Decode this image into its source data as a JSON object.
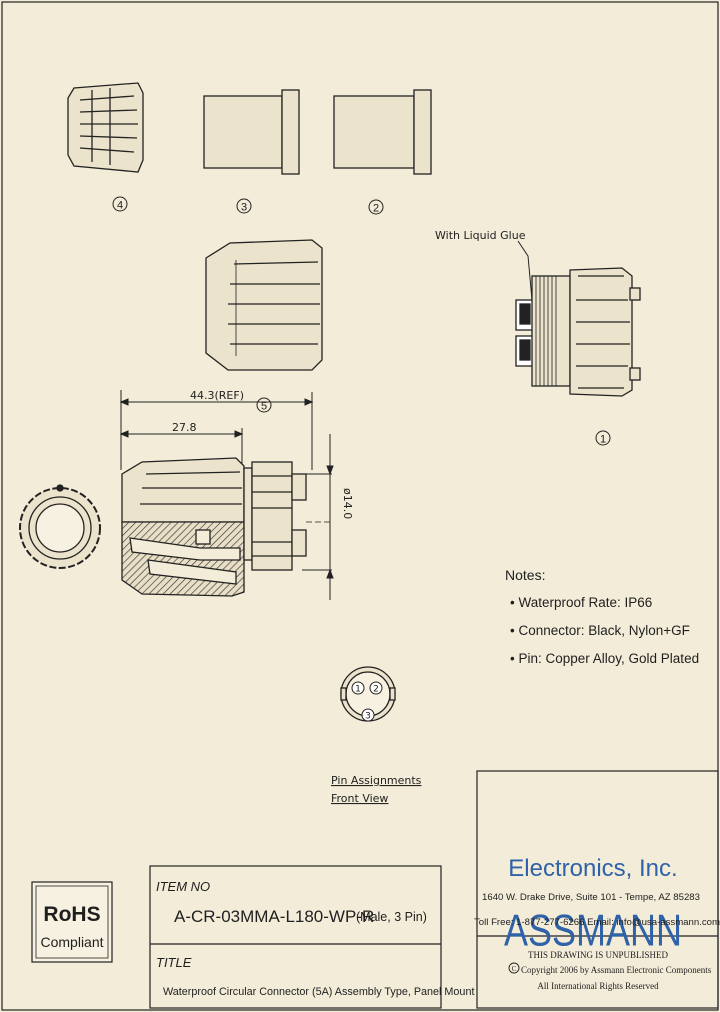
{
  "drawing": {
    "part_labels": {
      "p1": "1",
      "p2": "2",
      "p3": "3",
      "p4": "4",
      "p5": "5"
    },
    "callout_glue": "With Liquid Glue",
    "dim_overall": "44.3(REF)",
    "dim_body": "27.8",
    "dim_diameter": "ø14.0",
    "pin_numbers": [
      "1",
      "2",
      "3"
    ],
    "pin_caption_line1": "Pin Assignments",
    "pin_caption_line2": "Front View"
  },
  "notes": {
    "heading": "Notes:",
    "items": [
      "• Waterproof Rate: IP66",
      "• Connector: Black, Nylon+GF",
      "• Pin: Copper Alloy, Gold Plated"
    ]
  },
  "rohs": {
    "title": "RoHS",
    "subtitle": "Compliant"
  },
  "title_block": {
    "item_no_label": "ITEM NO",
    "item_no": "A-CR-03MMA-L180-WP-R",
    "item_variant": "(Male, 3 Pin)",
    "title_label": "TITLE",
    "title": "Waterproof Circular Connector (5A) Assembly Type, Panel Mount"
  },
  "company": {
    "name": "ASSMANN",
    "subname": "Electronics, Inc.",
    "address": "1640 W. Drake Drive, Suite 101 - Tempe, AZ 85283",
    "contact": "Toll Free: 1-877-277-6266   Email: info@usa-assmann.com",
    "notice1": "THIS DRAWING IS UNPUBLISHED",
    "copyright_symbol": "C",
    "notice2": "Copyright 2006 by Assmann Electronic Components",
    "notice3": "All International Rights Reserved"
  },
  "colors": {
    "paper": "#f3ecd9",
    "ink": "#1f1f1f",
    "brand": "#2f62a8"
  }
}
